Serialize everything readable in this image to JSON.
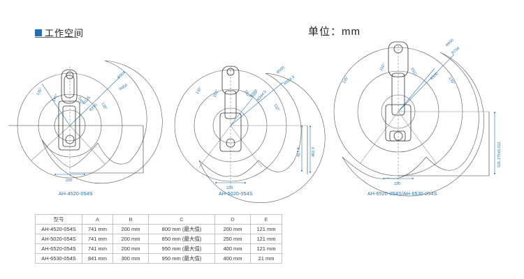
{
  "header": {
    "title": "工作空间",
    "unit": "单位：mm"
  },
  "diagrams": [
    {
      "caption": "AH-4520-054S",
      "labels": [
        "R504",
        "R450",
        "R290",
        "R125",
        "135°",
        "135°",
        "145°",
        "145°",
        "220"
      ]
    },
    {
      "caption": "AH-5020-054S",
      "labels": [
        "R500",
        "R554.3",
        "R350",
        "R344.5",
        "132°",
        "152°",
        "152°",
        "132°",
        "417.5",
        "462.3",
        "220"
      ]
    },
    {
      "caption": "AH-6520-054S/AH-6530-054S",
      "labels": [
        "R650",
        "R708",
        "R400",
        "135°",
        "152°",
        "152°",
        "135°",
        "531.175±0.012",
        "220"
      ]
    }
  ],
  "spec_table": {
    "headers": [
      "型号",
      "A",
      "B",
      "C",
      "D",
      "E"
    ],
    "rows": [
      [
        "AH-4520-054S",
        "741 mm",
        "200 mm",
        "800 mm (最大值)",
        "200 mm",
        "121 mm"
      ],
      [
        "AH-5020-054S",
        "741 mm",
        "200 mm",
        "850 mm (最大值)",
        "250 mm",
        "121 mm"
      ],
      [
        "AH-6520-054S",
        "741 mm",
        "200 mm",
        "950 mm (最大值)",
        "400 mm",
        "121 mm"
      ],
      [
        "AH-6530-054S",
        "841 mm",
        "300 mm",
        "950 mm (最大值)",
        "400 mm",
        "21 mm"
      ]
    ]
  },
  "colors": {
    "accent": "#1f6fb5",
    "line": "#555555",
    "robot": "#333333"
  }
}
